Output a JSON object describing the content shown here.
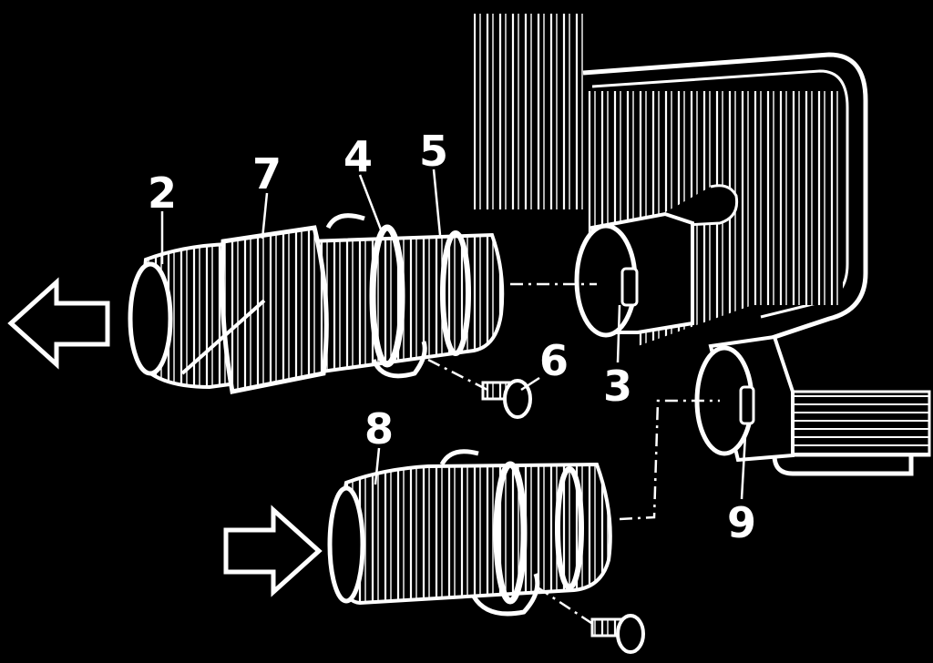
{
  "colors": {
    "background": "#000000",
    "linework": "#ffffff"
  },
  "callouts": {
    "c2": "2",
    "c7": "7",
    "c4": "4",
    "c5": "5",
    "c3": "3",
    "c6": "6",
    "c8": "8",
    "c9": "9"
  },
  "arrows": {
    "out": "left-arrow",
    "in": "right-arrow"
  }
}
